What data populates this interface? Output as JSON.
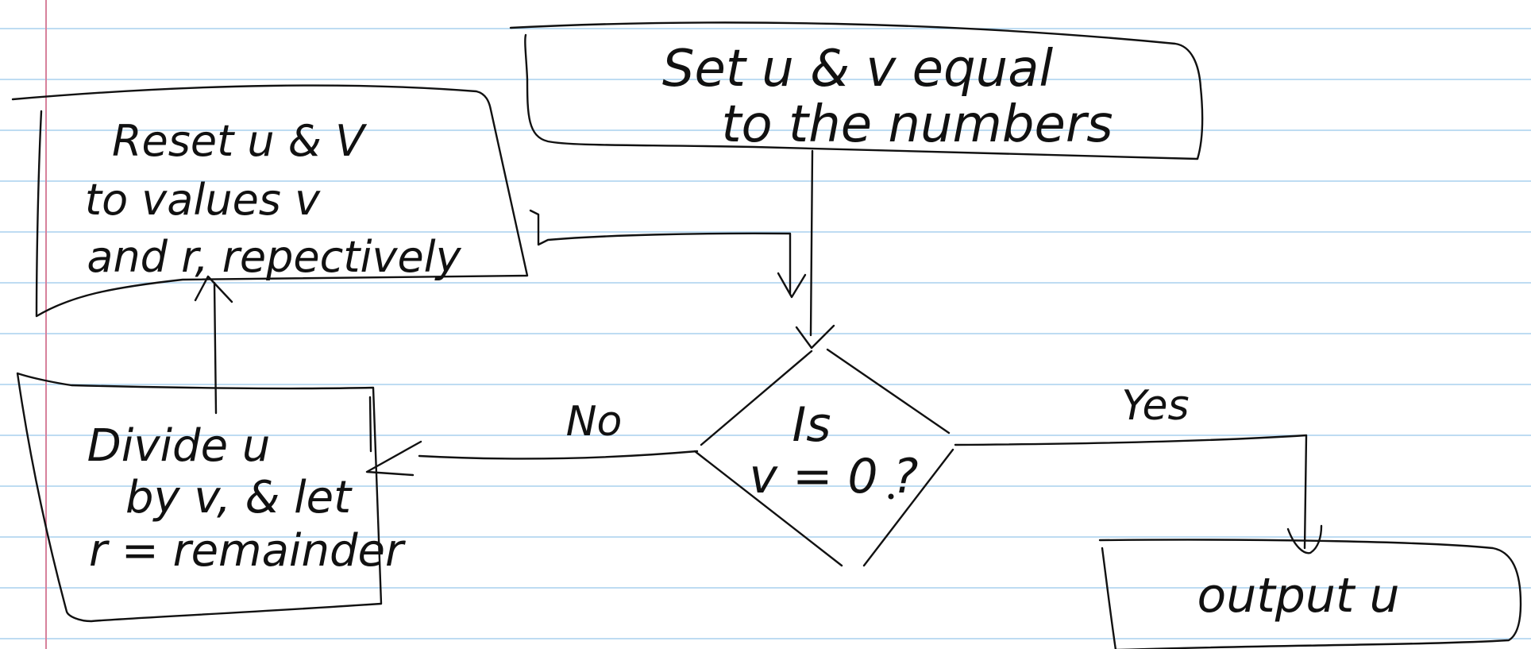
{
  "diagram": {
    "nodes": [
      {
        "id": "set",
        "shape": "rounded-box",
        "lines": [
          "Set   u & v   equal",
          "to  the  numbers"
        ]
      },
      {
        "id": "reset",
        "shape": "box",
        "lines": [
          "Reset   u & V",
          "to  values  v",
          "and  r,  repectively"
        ]
      },
      {
        "id": "divide",
        "shape": "box",
        "lines": [
          "Divide  u",
          "by  v,  & let",
          "r = remainder"
        ]
      },
      {
        "id": "decision",
        "shape": "diamond",
        "lines": [
          "Is",
          "v = 0 ?"
        ]
      },
      {
        "id": "output",
        "shape": "rounded-box",
        "lines": [
          "output   u"
        ]
      }
    ],
    "edges": [
      {
        "from": "set",
        "to": "decision",
        "label": ""
      },
      {
        "from": "reset",
        "to": "decision",
        "label": ""
      },
      {
        "from": "decision",
        "to": "divide",
        "label": "No"
      },
      {
        "from": "decision",
        "to": "output",
        "label": "Yes"
      },
      {
        "from": "divide",
        "to": "reset",
        "label": ""
      }
    ]
  },
  "colors": {
    "ink": "#111111",
    "rule": "#a9d0ee",
    "margin": "#d7819c",
    "paper": "#ffffff"
  }
}
